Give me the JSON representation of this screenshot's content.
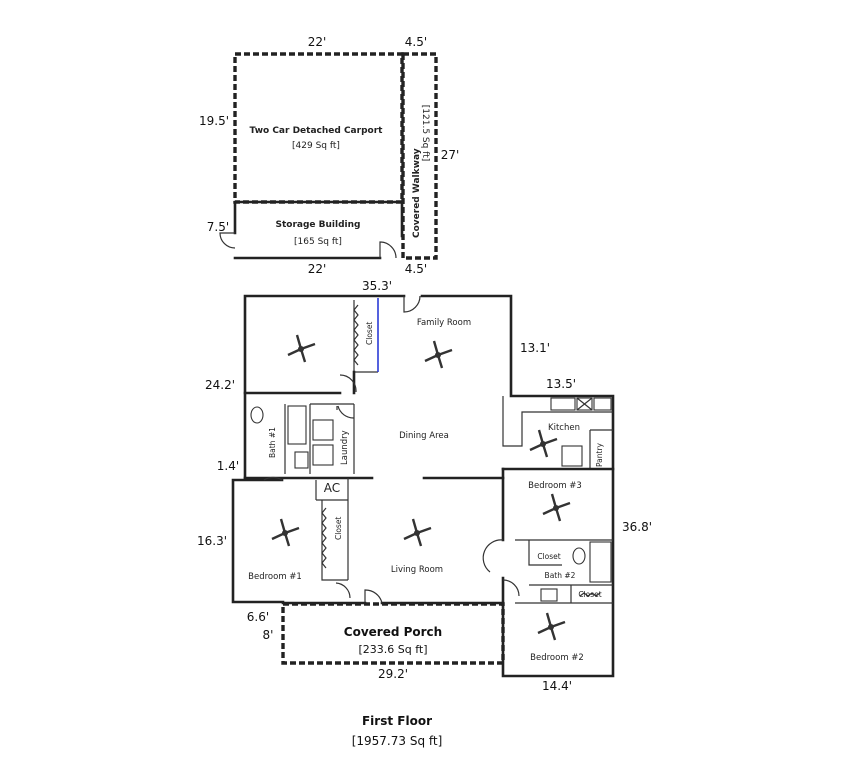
{
  "plan": {
    "title": "First Floor",
    "total_area": "[1957.73 Sq ft]",
    "outbuildings": {
      "carport": {
        "name": "Two Car Detached Carport",
        "area": "[429 Sq ft]"
      },
      "storage": {
        "name": "Storage Building",
        "area": "[165 Sq ft]"
      },
      "walkway": {
        "name": "Covered Walkway",
        "area": "[121.5 Sq ft]"
      }
    },
    "rooms": {
      "family_room": "Family Room",
      "dining_area": "Dining Area",
      "living_room": "Living Room",
      "kitchen": "Kitchen",
      "pantry": "Pantry",
      "laundry": "Laundry",
      "bath1": "Bath #1",
      "bath2": "Bath #2",
      "bedroom1": "Bedroom #1",
      "bedroom2": "Bedroom #2",
      "bedroom3": "Bedroom #3",
      "closet": "Closet",
      "ac": "AC"
    },
    "porch": {
      "name": "Covered Porch",
      "area": "[233.6 Sq ft]"
    },
    "dimensions": {
      "carport_top": "22'",
      "walkway_top": "4.5'",
      "carport_left": "19.5'",
      "walkway_right": "27'",
      "storage_left": "7.5'",
      "storage_bottom": "22'",
      "walkway_bottom": "4.5'",
      "house_top": "35.3'",
      "family_right": "13.1'",
      "kitchen_top": "13.5'",
      "house_left_upper": "24.2'",
      "house_left_step": "1.4'",
      "house_left_lower": "16.3'",
      "house_right": "36.8'",
      "porch_left_a": "6.6'",
      "porch_left_b": "8'",
      "porch_bottom": "29.2'",
      "bedroom2_bottom": "14.4'"
    }
  }
}
